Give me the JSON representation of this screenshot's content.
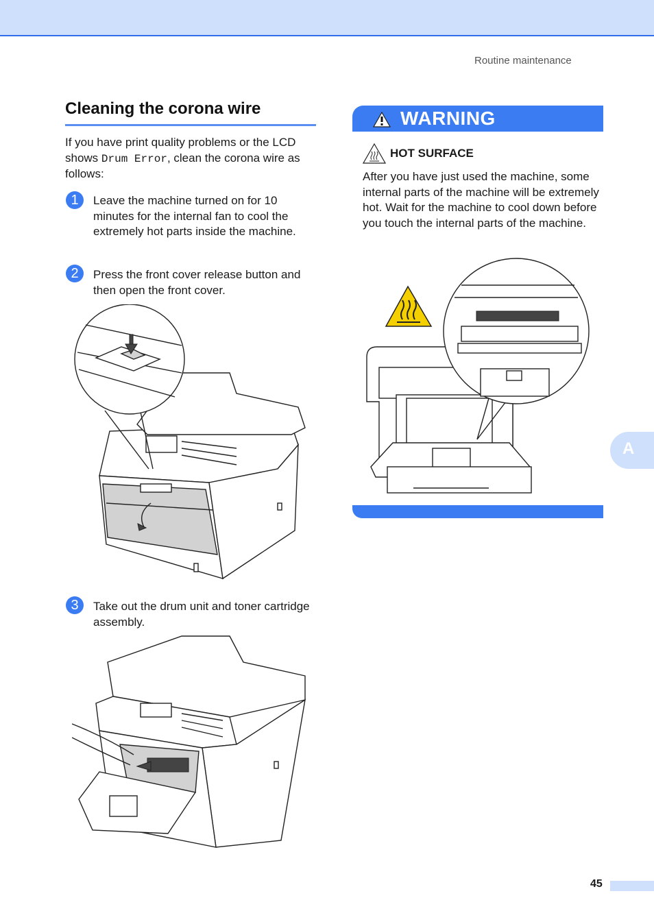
{
  "header": {
    "section": "Routine maintenance"
  },
  "section": {
    "title": "Cleaning the corona wire",
    "intro_before": "If you have print quality problems or the LCD shows ",
    "intro_code": "Drum Error",
    "intro_after": ", clean the corona wire as follows:"
  },
  "steps": [
    {
      "number": "1",
      "text": "Leave the machine turned on for 10 minutes for the internal fan to cool the extremely hot parts inside the machine."
    },
    {
      "number": "2",
      "text": "Press the front cover release button and then open the front cover."
    },
    {
      "number": "3",
      "text": "Take out the drum unit and toner cartridge assembly."
    }
  ],
  "warning": {
    "title": "WARNING",
    "heading": "HOT SURFACE",
    "body": "After you have just used the machine, some internal parts of the machine will be extremely hot. Wait for the machine to cool down before you touch the internal parts of the machine."
  },
  "side_tab": {
    "letter": "A"
  },
  "footer": {
    "page_number": "45"
  },
  "colors": {
    "accent": "#3b7cf2",
    "band": "#cfe0fc",
    "caution": "#f5d000"
  }
}
